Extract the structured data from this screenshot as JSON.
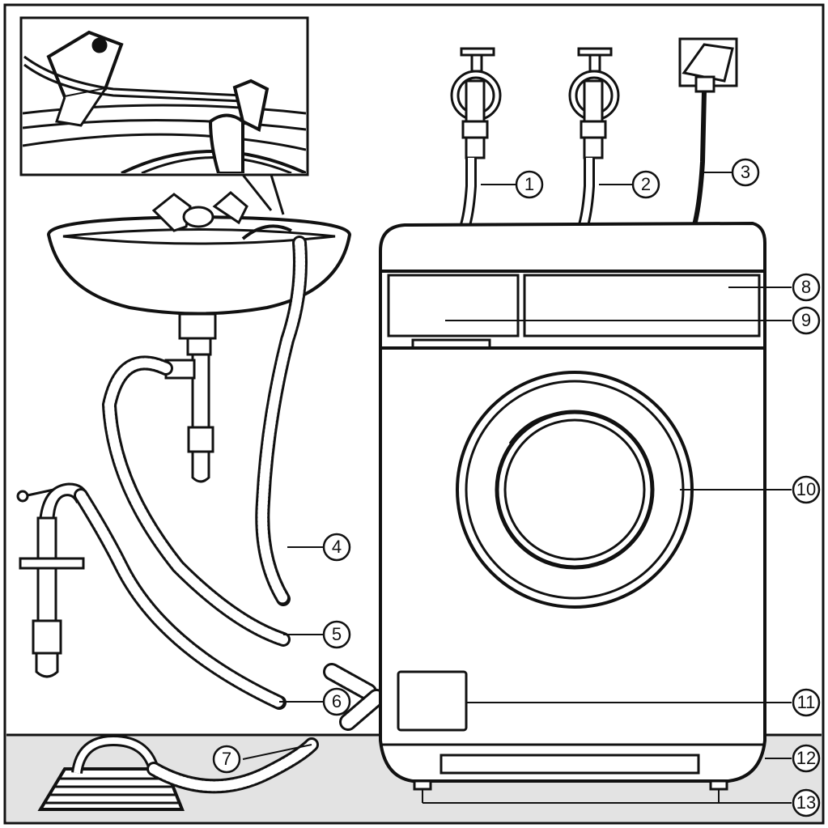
{
  "diagram": {
    "callouts": [
      {
        "id": "c1",
        "label": "1"
      },
      {
        "id": "c2",
        "label": "2"
      },
      {
        "id": "c3",
        "label": "3"
      },
      {
        "id": "c4",
        "label": "4"
      },
      {
        "id": "c5",
        "label": "5"
      },
      {
        "id": "c6",
        "label": "6"
      },
      {
        "id": "c7",
        "label": "7"
      },
      {
        "id": "c8",
        "label": "8"
      },
      {
        "id": "c9",
        "label": "9"
      },
      {
        "id": "c10",
        "label": "10"
      },
      {
        "id": "c11",
        "label": "11"
      },
      {
        "id": "c12",
        "label": "12"
      },
      {
        "id": "c13",
        "label": "13"
      }
    ]
  },
  "colors": {
    "line": "#111111",
    "floor": "#e3e3e3",
    "paper": "#ffffff"
  }
}
